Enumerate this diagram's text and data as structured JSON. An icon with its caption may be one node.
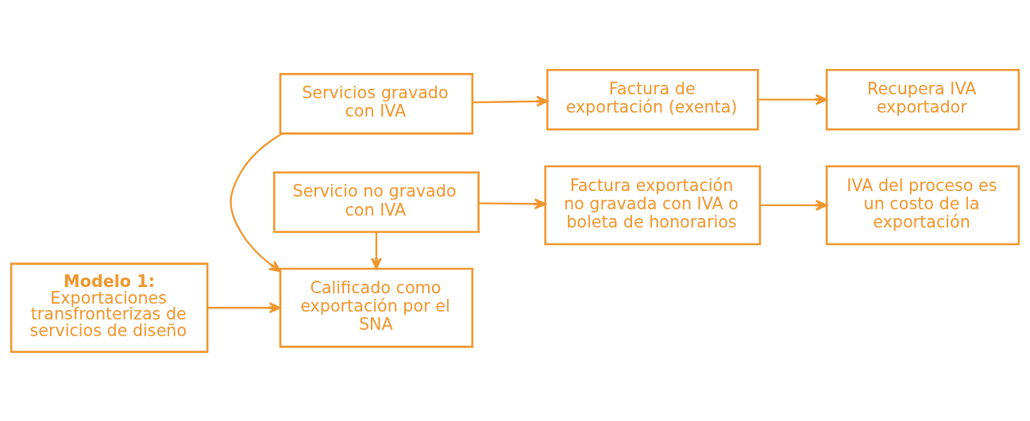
{
  "diagram": {
    "nodes": [
      {
        "text": [
          "Modelo 1:",
          "Exportaciones transfronterizas de servicios de diseño"
        ]
      },
      {
        "text": [
          "Servicios gravado con IVA"
        ]
      },
      {
        "text": [
          "Factura de exportación (exenta)"
        ]
      },
      {
        "text": [
          "Recupera IVA exportador"
        ]
      },
      {
        "text": [
          "Calificado como exportación por el SNA"
        ]
      },
      {
        "text": [
          "Servicio no gravado con IVA"
        ]
      },
      {
        "text": [
          "Factura exportación no gravada con IVA o boleta de honorarios"
        ]
      },
      {
        "text": [
          "IVA del proceso es un costo de la exportación"
        ]
      }
    ],
    "edges": [
      {
        "from": 1,
        "to": 2,
        "arrow": "to"
      },
      {
        "from": 2,
        "to": 3,
        "arrow": "to"
      },
      {
        "from": 1,
        "to": 4,
        "arrow": "to"
      },
      {
        "from": 0,
        "to": 4,
        "arrow": "to"
      },
      {
        "from": 5,
        "to": 4,
        "arrow": "to"
      },
      {
        "from": 5,
        "to": 6,
        "arrow": "to"
      },
      {
        "from": 6,
        "to": 7,
        "arrow": "to"
      }
    ]
  }
}
